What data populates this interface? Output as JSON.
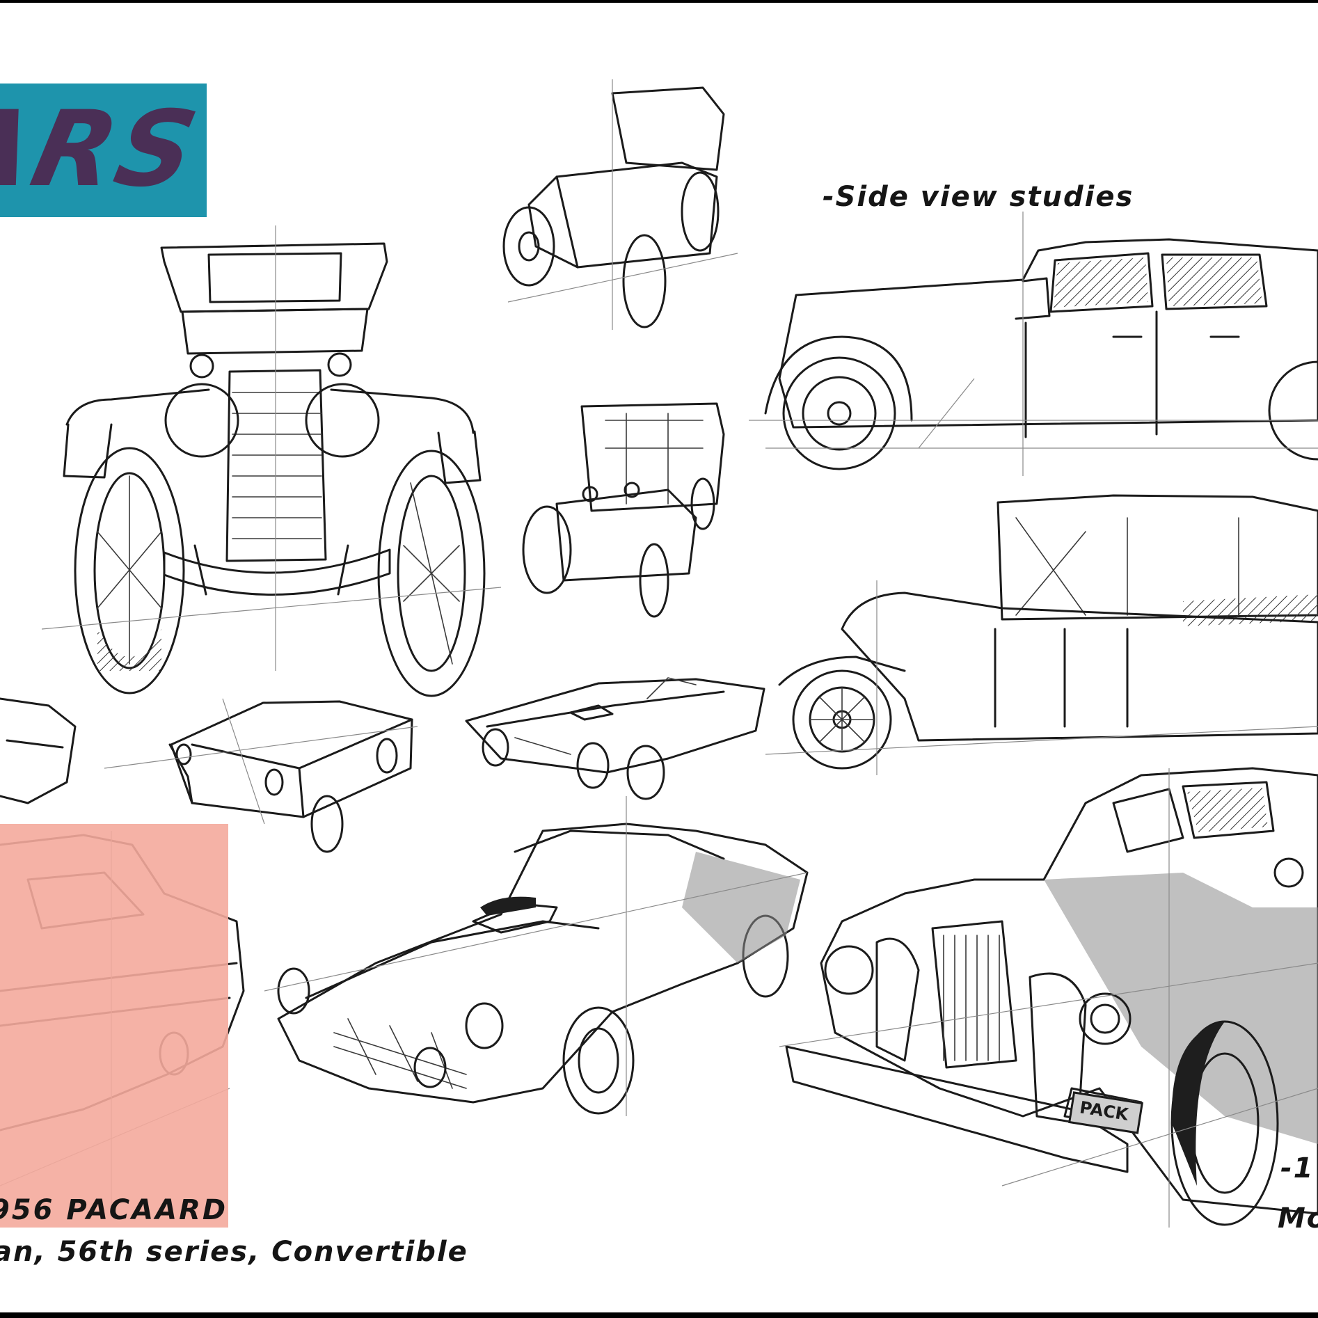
{
  "title": {
    "text": "ARS",
    "banner_color": "#1e94ac",
    "text_color": "#4a2f56"
  },
  "captions": {
    "side_view": "-Side view studies",
    "pacaard_title": "956 PACAARD",
    "pacaard_subtitle": "an, 56th series, Convertible",
    "right_line_1": "-1",
    "right_line_2": "Mo"
  },
  "plate_text": "PACK",
  "colors": {
    "background": "#ffffff",
    "ink": "#1b1b1b",
    "pink_panel": "#f4aa9c",
    "border": "#000000"
  }
}
